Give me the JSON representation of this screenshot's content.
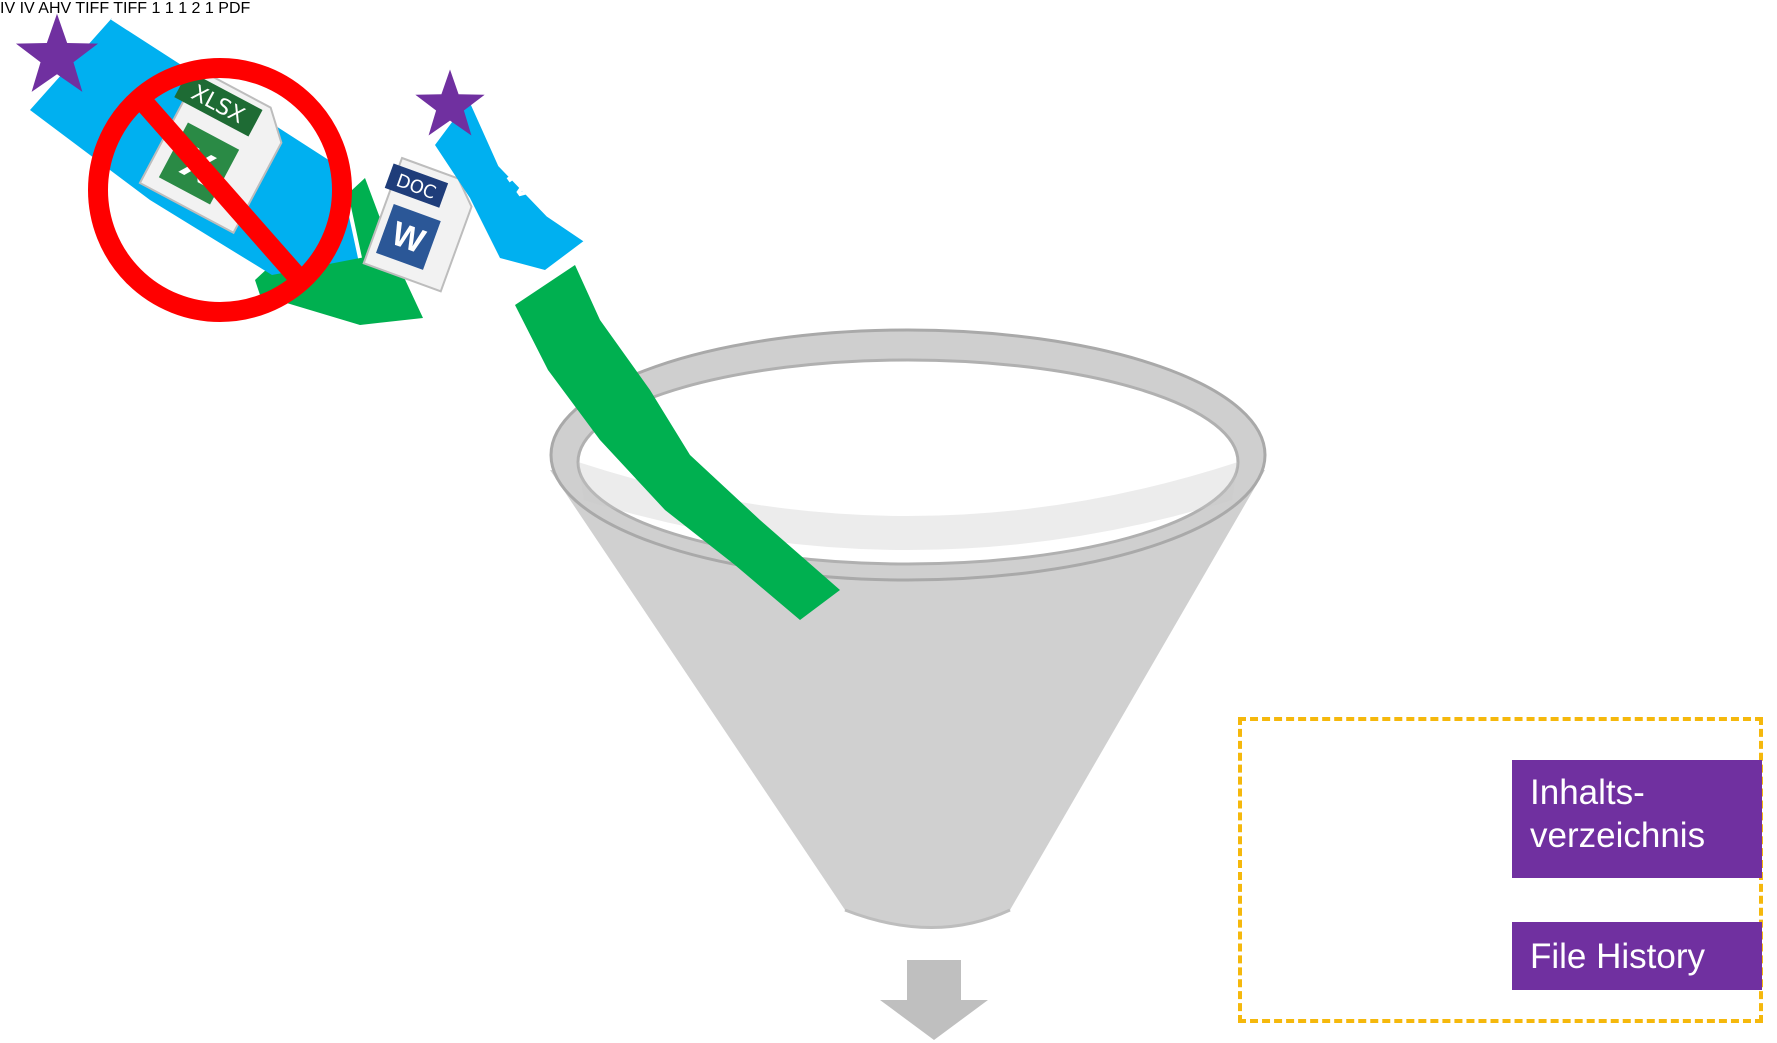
{
  "streams": {
    "iv_left": "IV",
    "iv_center": "IV",
    "iv_right": "IV",
    "ahv": "AHV"
  },
  "counts": {
    "iv_left": "1",
    "iv_center": "1",
    "iv_right": "1",
    "rejected": "2",
    "output": "1"
  },
  "file_labels": {
    "xlsx": "XLSX",
    "doc": "DOC",
    "tiff": "TIFF",
    "pdf": "PDF"
  },
  "output_tags": {
    "toc": "Inhalts-\nverzeichnis",
    "history": "File History"
  },
  "colors": {
    "blue_arrow": "#00b0f0",
    "green_arrow": "#00b050",
    "star": "#7030a0",
    "prohibit": "#ff0000",
    "number": "#f5b80c",
    "funnel": "#d0d0d0",
    "pdf_red": "#c00000"
  }
}
